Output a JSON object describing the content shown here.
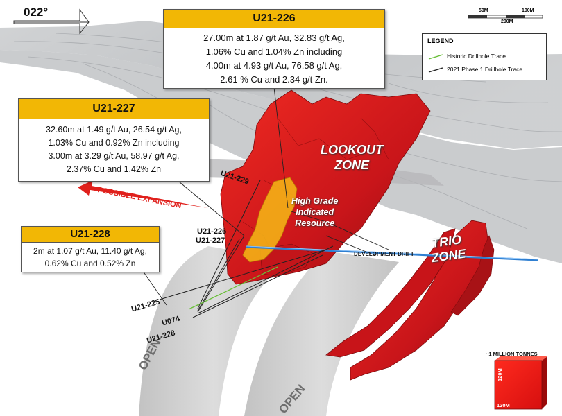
{
  "orientation": "022°",
  "scale_bar": {
    "ticks": [
      "50M",
      "100M"
    ],
    "bottom": "200M"
  },
  "legend": {
    "title": "LEGEND",
    "items": [
      {
        "label": "Historic Drillhole Trace",
        "color": "#6abf3a"
      },
      {
        "label": "2021 Phase 1 Drillhole Trace",
        "color": "#222222"
      }
    ]
  },
  "callouts": {
    "u226": {
      "title": "U21-226",
      "lines": [
        "27.00m at 1.87 g/t Au, 32.83 g/t Ag,",
        "1.06% Cu and 1.04% Zn including",
        "4.00m at 4.93 g/t Au, 76.58 g/t Ag,",
        "2.61 % Cu and 2.34 g/t Zn."
      ]
    },
    "u227": {
      "title": "U21-227",
      "lines": [
        "32.60m at 1.49 g/t Au, 26.54 g/t Ag,",
        "1.03% Cu and 0.92% Zn including",
        "3.00m at 3.29 g/t Au, 58.97 g/t Ag,",
        "2.37% Cu and 1.42% Zn"
      ]
    },
    "u228": {
      "title": "U21-228",
      "lines": [
        "2m at 1.07 g/t Au, 11.40 g/t Ag,",
        "0.62% Cu and 0.52% Zn"
      ]
    }
  },
  "labels": {
    "lookout": [
      "LOOKOUT",
      "ZONE"
    ],
    "trio": [
      "TRIO",
      "ZONE"
    ],
    "high_grade": [
      "High Grade",
      "Indicated",
      "Resource"
    ],
    "possible_expansion": "POSSIBLE EXPANSION",
    "development_drift": "DEVELOPMENT DRIFT",
    "open_left": "OPEN",
    "open_right": "OPEN"
  },
  "drillholes": [
    "U21-229",
    "U21-226",
    "U21-227",
    "U21-225",
    "U074",
    "U21-228"
  ],
  "tonnage_box": {
    "title": "~1 MILLION TONNES",
    "side": "120M",
    "bottom": "120M"
  },
  "colors": {
    "ore": "#d7191c",
    "ore_dark": "#8e0e10",
    "high_grade": "#f2b705",
    "callout_header": "#f2b705",
    "expansion_arrow": "#e0201c",
    "drift": "#2f7fd1"
  }
}
